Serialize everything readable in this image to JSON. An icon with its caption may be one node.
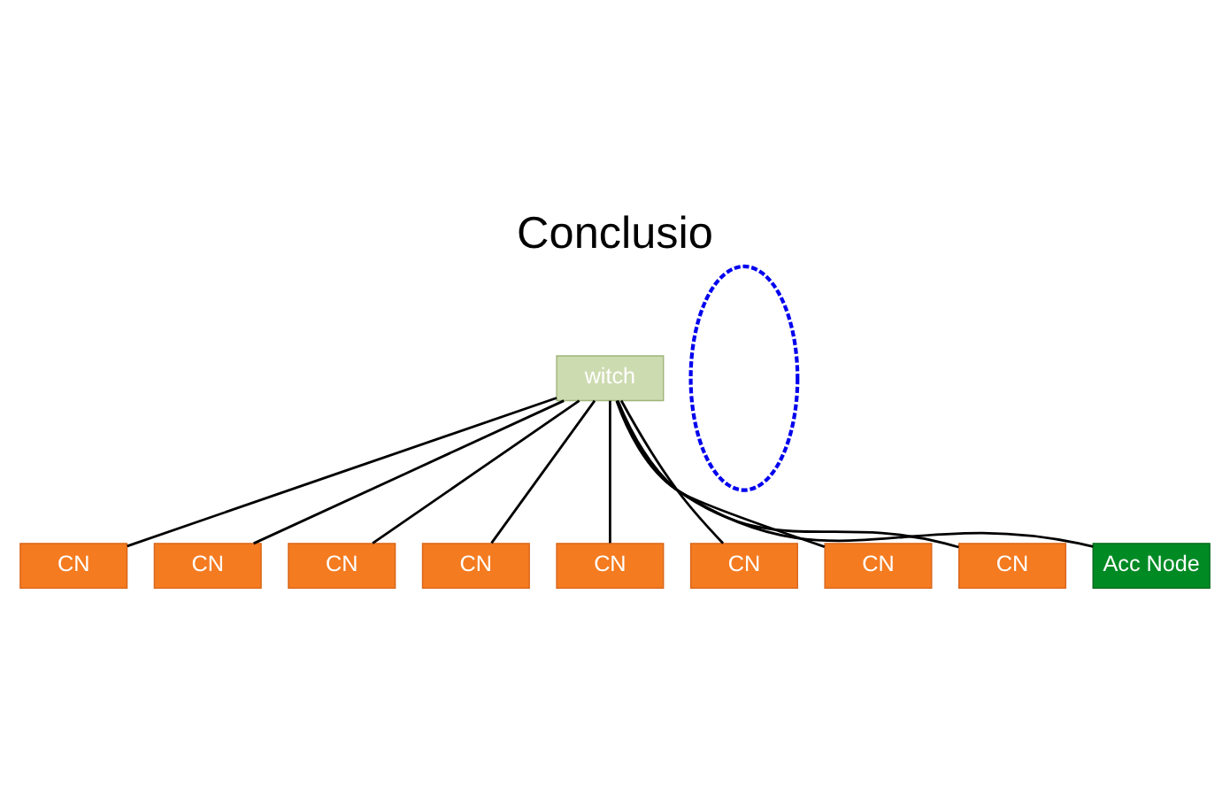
{
  "diagram": {
    "title": "Conclusio",
    "nodes": [
      {
        "text": [
          "witch"
        ]
      },
      {
        "text": [
          "CN"
        ]
      },
      {
        "text": [
          "CN"
        ]
      },
      {
        "text": [
          "CN"
        ]
      },
      {
        "text": [
          "CN"
        ]
      },
      {
        "text": [
          "CN"
        ]
      },
      {
        "text": [
          "CN"
        ]
      },
      {
        "text": [
          "CN"
        ]
      },
      {
        "text": [
          "CN"
        ]
      },
      {
        "text": [
          "Acc Node"
        ]
      },
      {
        "text": [],
        "shape": "ellipse"
      }
    ],
    "edges": [
      {
        "from": 0,
        "to": 1,
        "arrow": "none"
      },
      {
        "from": 0,
        "to": 2,
        "arrow": "none"
      },
      {
        "from": 0,
        "to": 3,
        "arrow": "none"
      },
      {
        "from": 0,
        "to": 4,
        "arrow": "none"
      },
      {
        "from": 0,
        "to": 5,
        "arrow": "none"
      },
      {
        "from": 0,
        "to": 6,
        "arrow": "none"
      },
      {
        "from": 0,
        "to": 7,
        "arrow": "none"
      },
      {
        "from": 0,
        "to": 8,
        "arrow": "none"
      },
      {
        "from": 0,
        "to": 9,
        "arrow": "none"
      }
    ]
  }
}
